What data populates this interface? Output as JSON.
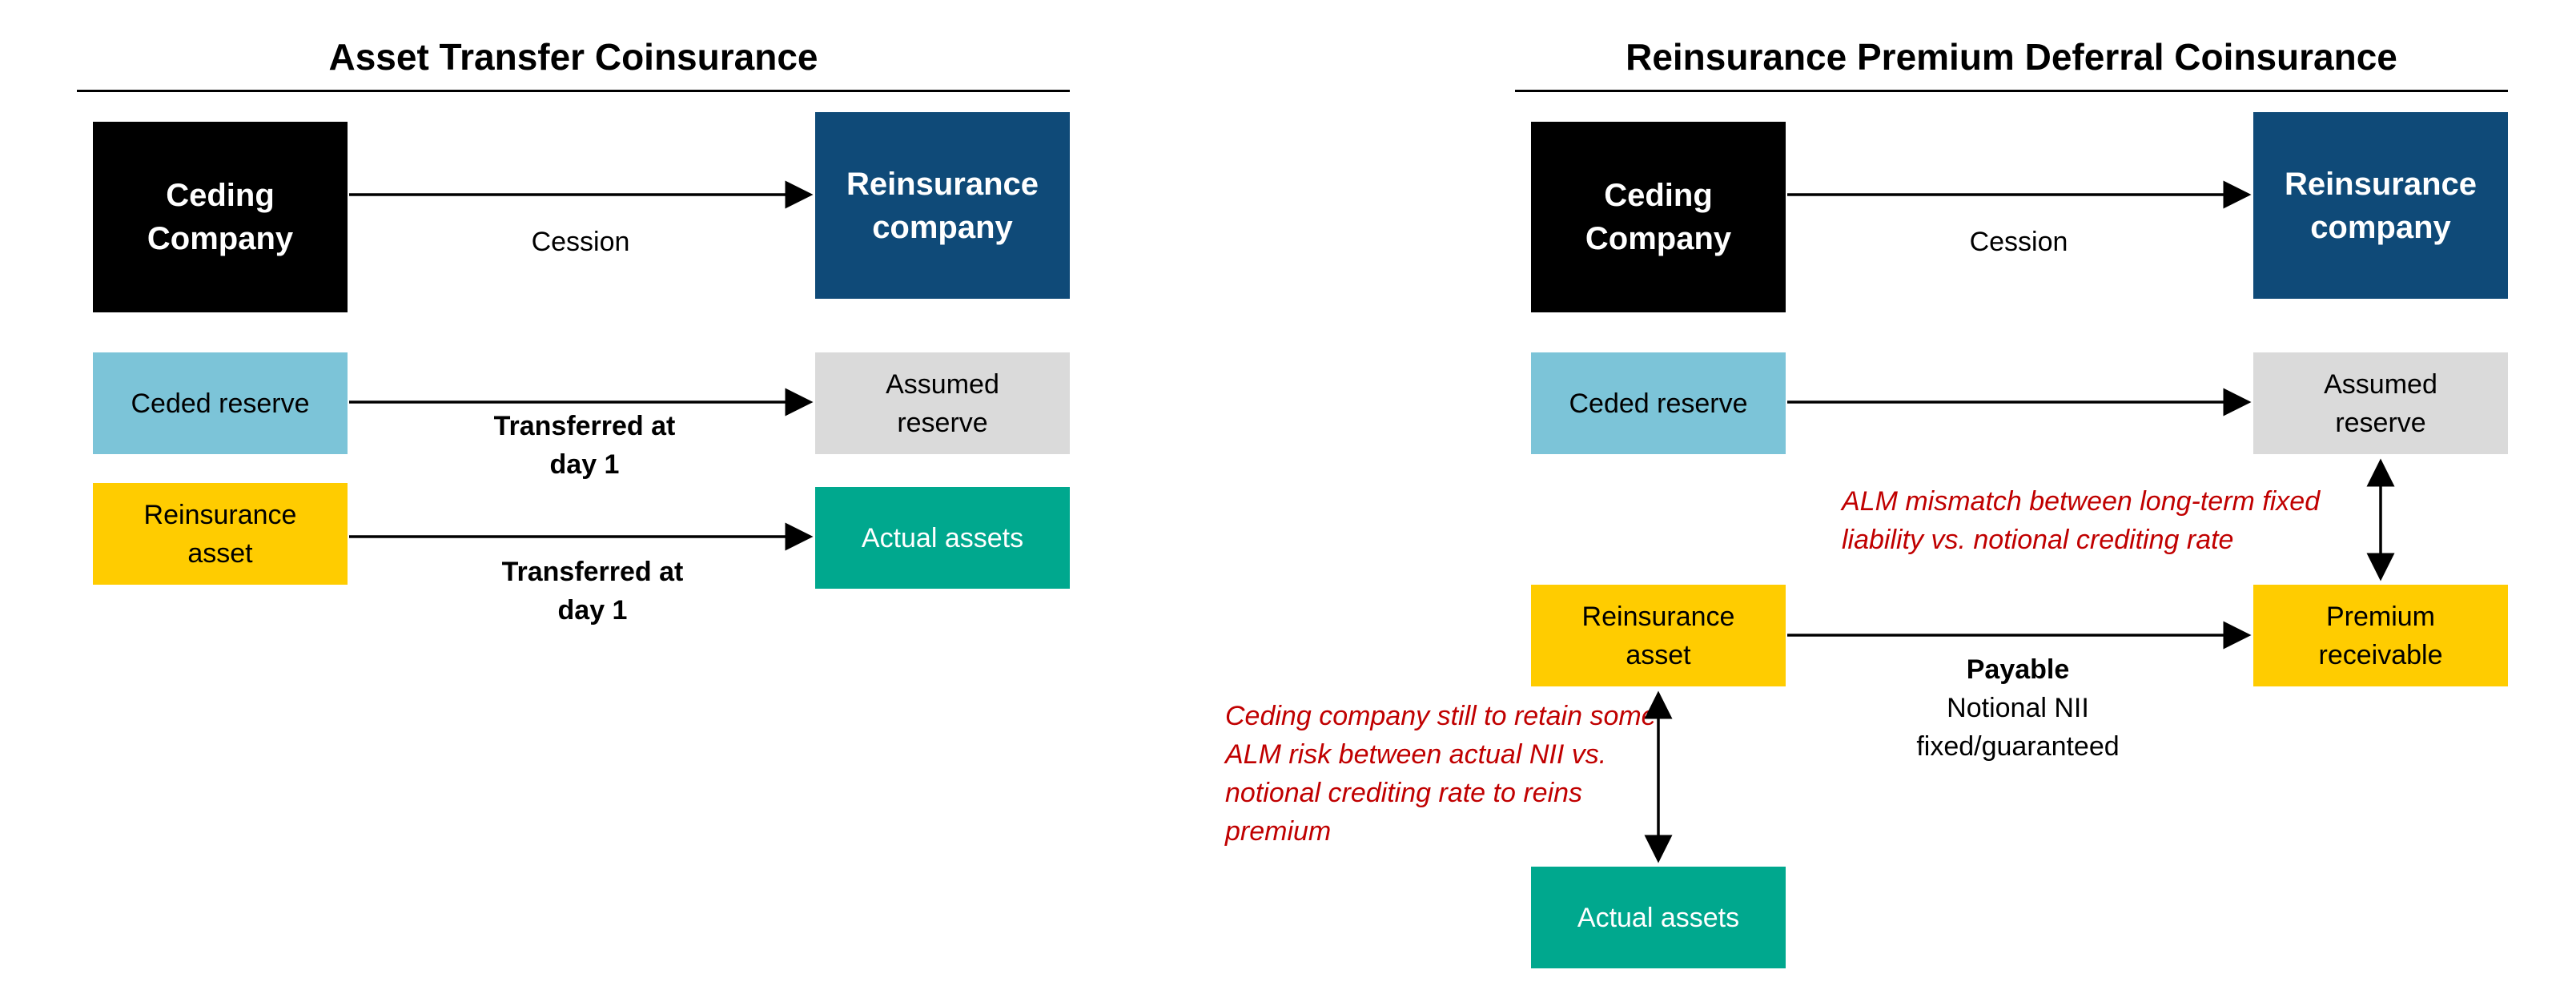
{
  "colors": {
    "ceding_box": "#000000",
    "reinsurance_box": "#0f4a78",
    "ceded_reserve": "#7cc4d8",
    "assumed_reserve": "#dadada",
    "reinsurance_asset": "#ffcc00",
    "actual_assets": "#00a88e",
    "premium_receivable": "#ffcc00",
    "annotation": "#c00000"
  },
  "left_panel": {
    "title": "Asset Transfer Coinsurance",
    "ceding_company": "Ceding Company",
    "reinsurance_company": "Reinsurance company",
    "cession_label": "Cession",
    "ceded_reserve": "Ceded reserve",
    "assumed_reserve": "Assumed reserve",
    "reinsurance_asset": "Reinsurance asset",
    "actual_assets": "Actual assets",
    "transfer_label_1": "Transferred at day 1",
    "transfer_label_2": "Transferred at day 1"
  },
  "right_panel": {
    "title": "Reinsurance Premium Deferral Coinsurance",
    "ceding_company": "Ceding Company",
    "reinsurance_company": "Reinsurance company",
    "cession_label": "Cession",
    "ceded_reserve": "Ceded reserve",
    "assumed_reserve": "Assumed reserve",
    "reinsurance_asset": "Reinsurance asset",
    "premium_receivable": "Premium receivable",
    "actual_assets": "Actual assets",
    "payable_label": "Payable",
    "payable_sub": "Notional NII fixed/guaranteed",
    "alm_mismatch_note": "ALM mismatch between long-term fixed liability vs. notional crediting rate",
    "ceding_risk_note": "Ceding company still to retain some ALM risk between actual NII vs. notional crediting rate to reins premium"
  }
}
